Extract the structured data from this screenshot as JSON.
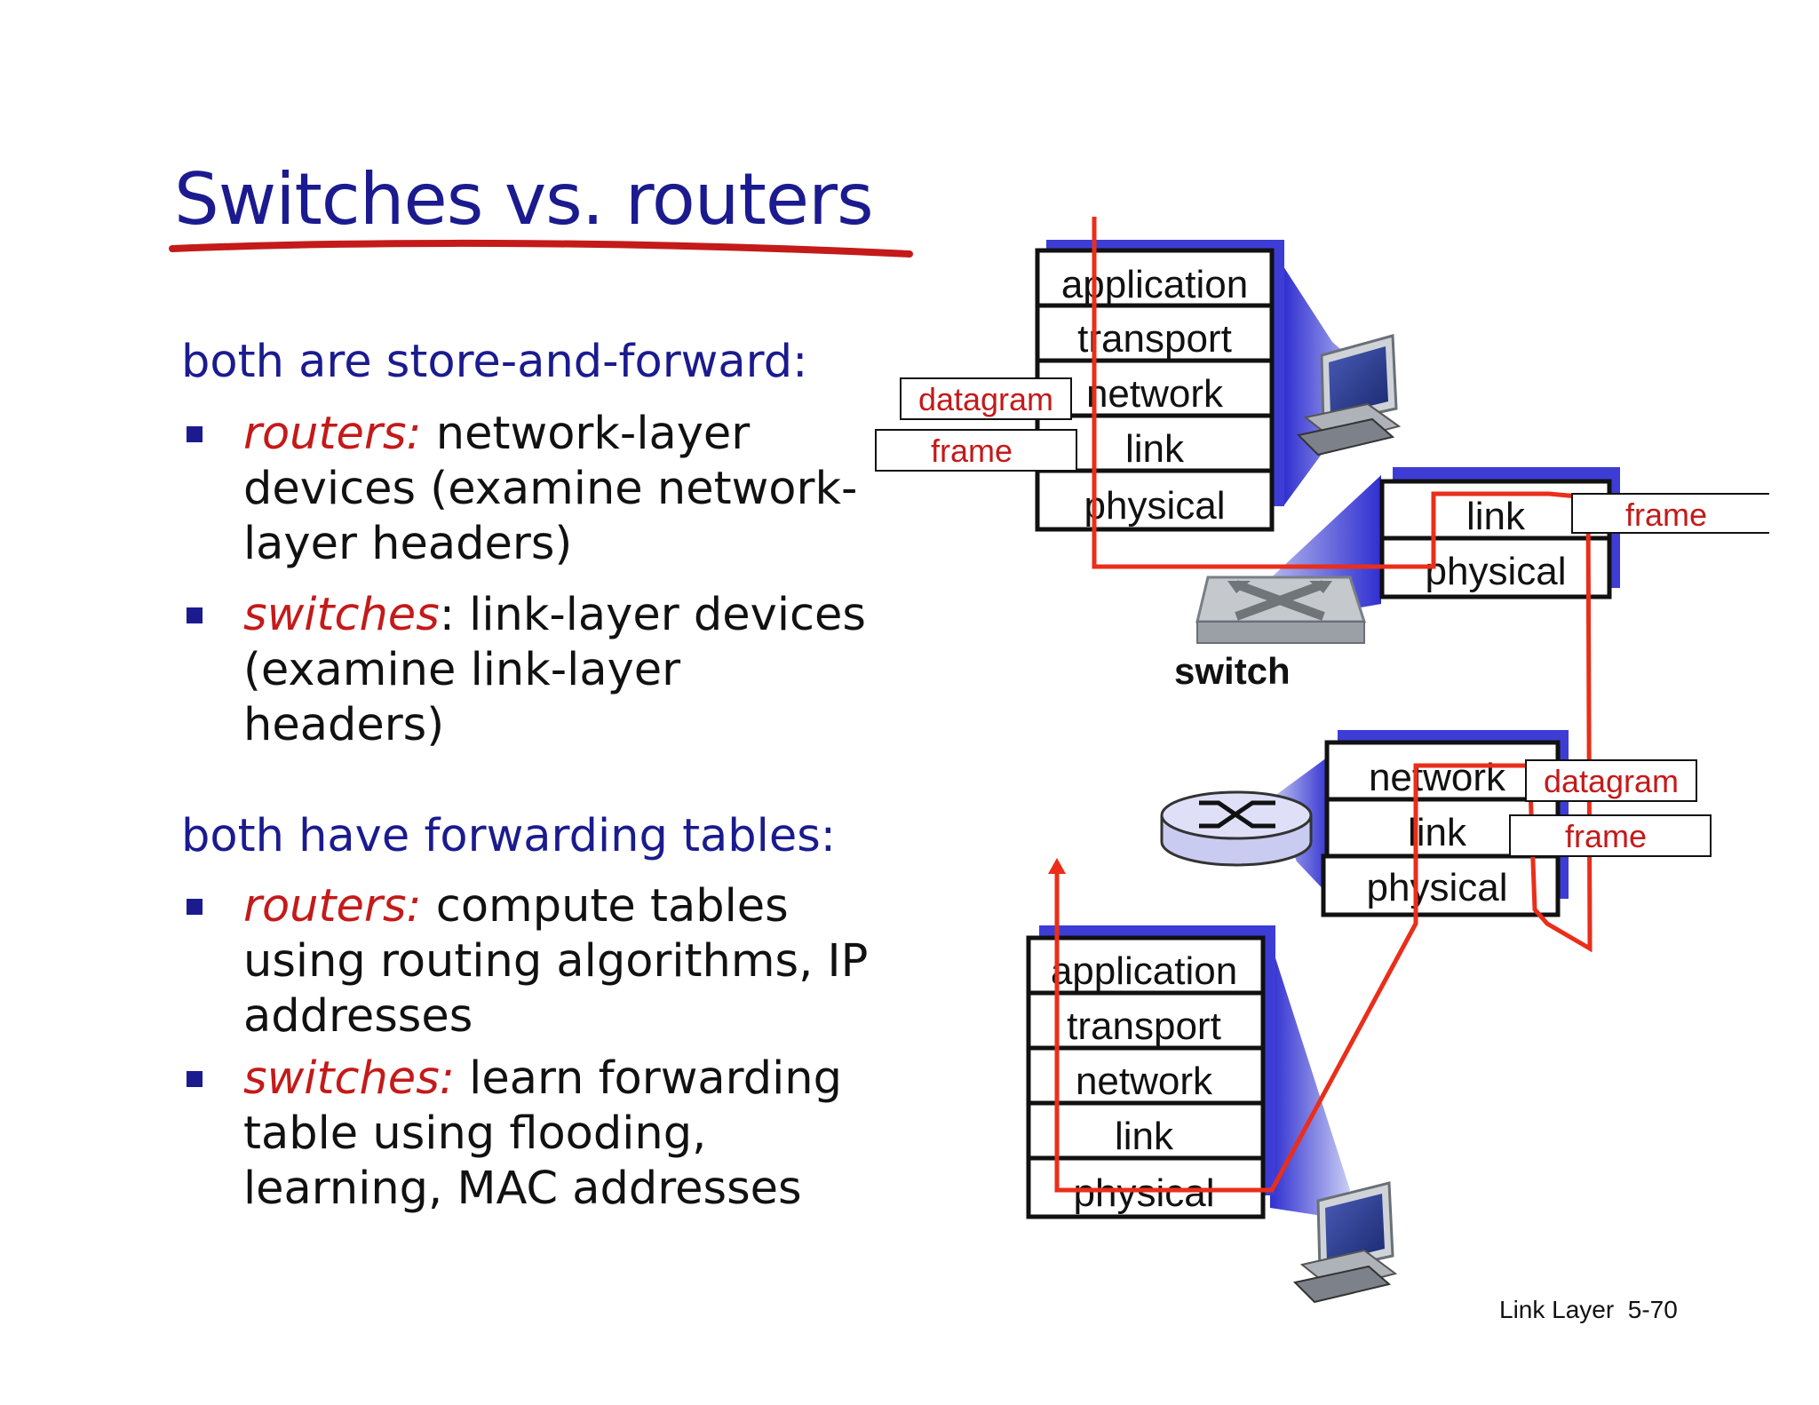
{
  "title": "Switches vs. routers",
  "colors": {
    "heading": "#1b1b8f",
    "accent": "#c41a1a",
    "path": "#ea2e1a",
    "stack_shadow": "#3d3dd6"
  },
  "sections": [
    {
      "heading": "both are store-and-forward:",
      "bullets": [
        {
          "term": "routers:",
          "text": " network-layer devices (examine network-layer headers)"
        },
        {
          "term": "switches",
          "text": ": link-layer devices (examine link-layer headers)"
        }
      ]
    },
    {
      "heading": "both have forwarding tables:",
      "bullets": [
        {
          "term": "routers:",
          "text": " compute tables using routing algorithms, IP addresses"
        },
        {
          "term": "switches:",
          "text": " learn forwarding table using flooding, learning, MAC addresses"
        }
      ]
    }
  ],
  "diagram": {
    "top_host_layers": [
      "application",
      "transport",
      "network",
      "link",
      "physical"
    ],
    "switch_layers": [
      "link",
      "physical"
    ],
    "router_layers": [
      "network",
      "link",
      "physical"
    ],
    "bottom_host_layers": [
      "application",
      "transport",
      "network",
      "link",
      "physical"
    ],
    "switch_label": "switch",
    "tags": {
      "datagram_left": "datagram",
      "frame_left": "frame",
      "frame_switch": "frame",
      "datagram_router": "datagram",
      "frame_router": "frame"
    },
    "icons": [
      "computer-icon",
      "switch-icon",
      "router-icon",
      "computer-icon"
    ]
  },
  "footer": "Link Layer  5-70"
}
